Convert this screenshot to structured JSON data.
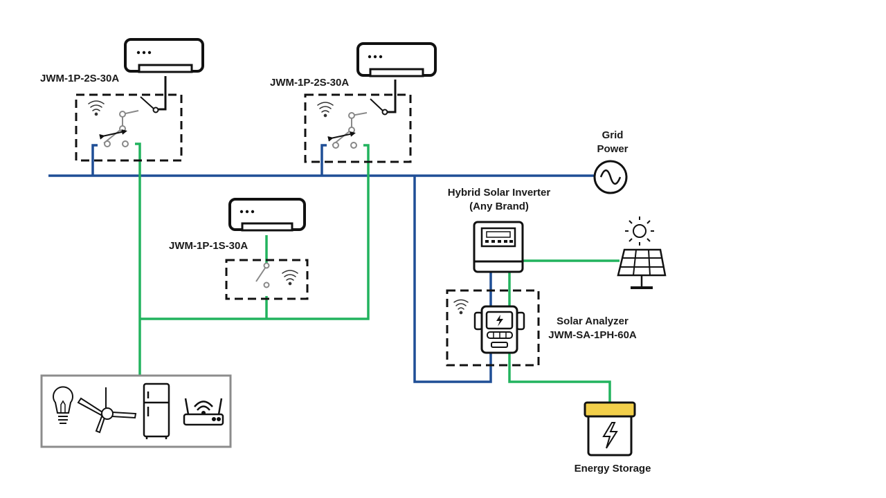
{
  "labels": {
    "switch_a": "JWM-1P-2S-30A",
    "switch_b": "JWM-1P-2S-30A",
    "switch_c": "JWM-1P-1S-30A",
    "grid_line1": "Grid",
    "grid_line2": "Power",
    "inverter_line1": "Hybrid Solar Inverter",
    "inverter_line2": "(Any Brand)",
    "analyzer_line1": "Solar Analyzer",
    "analyzer_line2": "JWM-SA-1PH-60A",
    "storage": "Energy Storage"
  },
  "icons": {
    "air_conditioner": "air-conditioner-icon",
    "wifi": "wifi-icon",
    "grid": "ac-source-icon",
    "inverter": "inverter-icon",
    "sun": "sun-icon",
    "solar_panel": "solar-panel-icon",
    "meter": "energy-meter-icon",
    "battery": "battery-icon",
    "bulb": "light-bulb-icon",
    "fan": "ceiling-fan-icon",
    "fridge": "refrigerator-icon",
    "router": "router-icon"
  },
  "colors": {
    "grid_wire": "#1f4e96",
    "load_wire": "#22b35e",
    "outline": "#111111",
    "switch_gray": "#888888",
    "battery_cap": "#f2cf4a"
  }
}
